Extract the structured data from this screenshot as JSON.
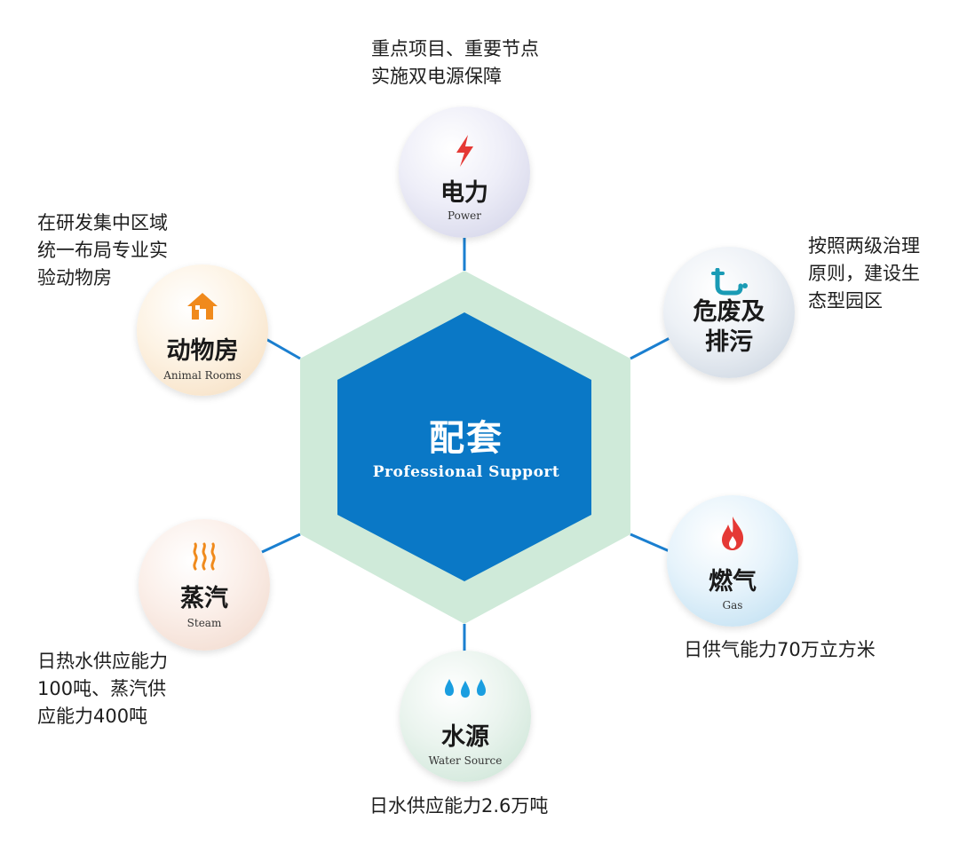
{
  "center": {
    "title": "配套",
    "subtitle": "Professional Support"
  },
  "colors": {
    "hex_outer": "#cfead9",
    "hex_inner": "#0a78c6",
    "connector": "#1a7fd0",
    "icon_accent": "#e53935",
    "icon_house": "#f08a1c",
    "icon_pipe": "#1a9bb5",
    "icon_water": "#1a9ee0"
  },
  "nodes": {
    "power": {
      "title": "电力",
      "subtitle": "Power",
      "icon": "lightning-icon",
      "desc": "重点项目、重要节点\n实施双电源保障"
    },
    "waste": {
      "title_line1": "危废及",
      "title_line2": "排污",
      "icon": "pipe-icon",
      "desc": "按照两级治理\n原则，建设生\n态型园区"
    },
    "gas": {
      "title": "燃气",
      "subtitle": "Gas",
      "icon": "flame-icon",
      "desc": "日供气能力70万立方米"
    },
    "water": {
      "title": "水源",
      "subtitle": "Water Source",
      "icon": "water-drops-icon",
      "desc": "日水供应能力2.6万吨"
    },
    "steam": {
      "title": "蒸汽",
      "subtitle": "Steam",
      "icon": "steam-icon",
      "desc": "日热水供应能力\n100吨、蒸汽供\n应能力400吨"
    },
    "animal": {
      "title": "动物房",
      "subtitle": "Animal Rooms",
      "icon": "house-icon",
      "desc": "在研发集中区域\n统一布局专业实\n验动物房"
    }
  }
}
